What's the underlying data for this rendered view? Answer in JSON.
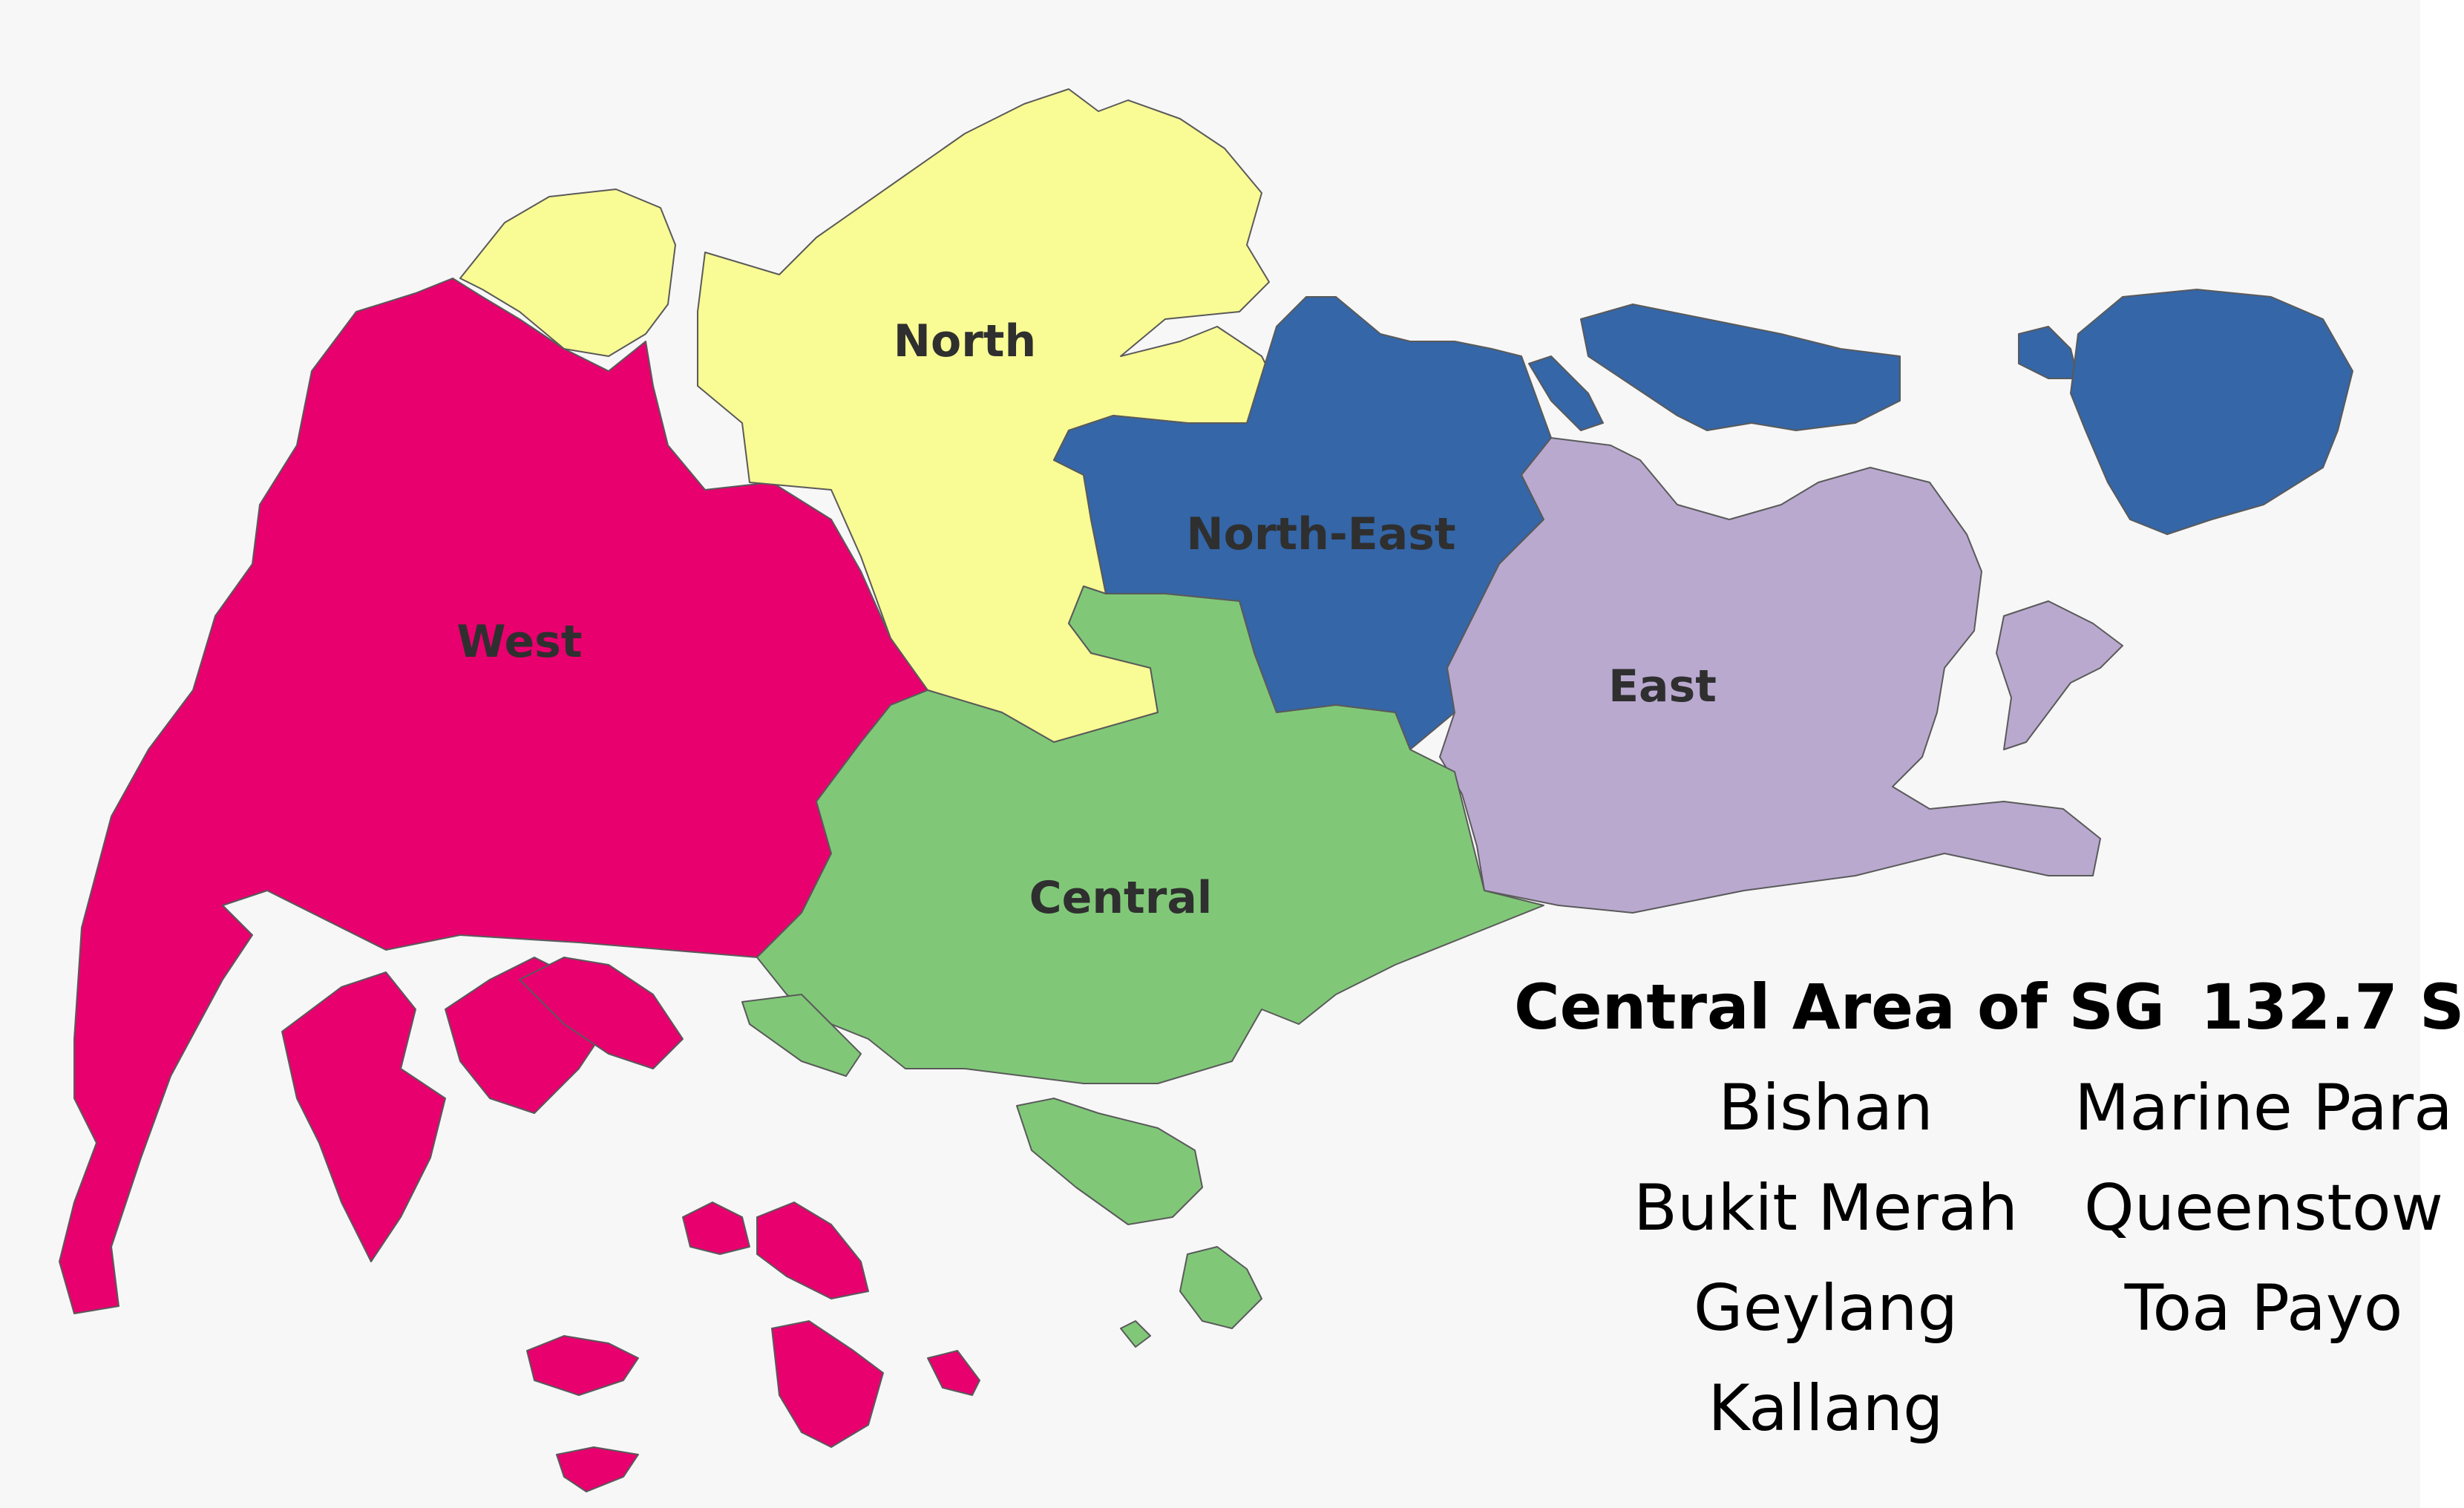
{
  "regions": [
    {
      "key": "north",
      "label": "North",
      "color": "#f9fb94"
    },
    {
      "key": "north_east",
      "label": "North-East",
      "color": "#3466a8"
    },
    {
      "key": "west",
      "label": "West",
      "color": "#e8006f"
    },
    {
      "key": "east",
      "label": "East",
      "color": "#b9a9cf"
    },
    {
      "key": "central",
      "label": "Central",
      "color": "#80c878"
    }
  ],
  "info": {
    "heading": "Central Area of SG",
    "area_value": "132.7 S",
    "areas_left": [
      "Bishan",
      "Bukit Merah",
      "Geylang",
      "Kallang"
    ],
    "areas_right": [
      "Marine Para",
      "Queenstow",
      "Toa Payo"
    ]
  }
}
